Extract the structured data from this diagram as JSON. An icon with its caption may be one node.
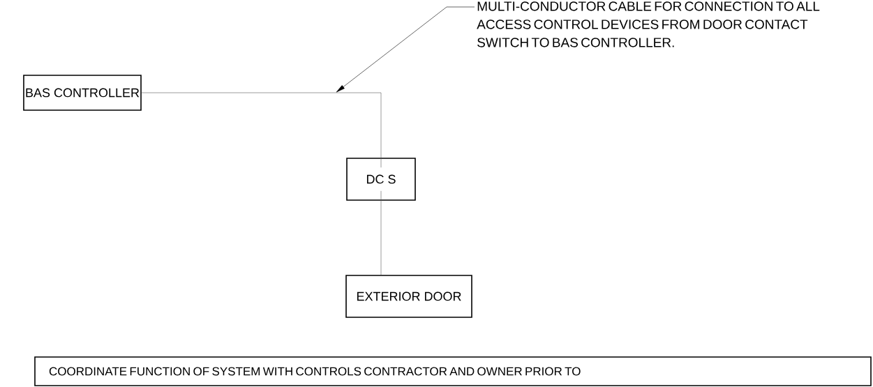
{
  "diagram": {
    "nodes": [
      {
        "text": [
          "BAS CONTROLLER"
        ]
      },
      {
        "text": [
          "DC S"
        ]
      },
      {
        "text": [
          "EXTERIOR DOOR"
        ]
      },
      {
        "text": [
          "MULTI-CONDUCTOR CABLE FOR CONNECTION TO ALL ACCESS CONTROL DEVICES FROM DOOR CONTACT SWITCH TO BAS CONTROLLER."
        ]
      },
      {
        "text": [
          "COORDINATE FUNCTION OF SYSTEM WITH CONTROLS CONTRACTOR AND OWNER PRIOR TO"
        ]
      }
    ],
    "edges": [
      {
        "from": 0,
        "to": 1,
        "arrow": "none"
      },
      {
        "from": 1,
        "to": 2,
        "arrow": "none"
      },
      {
        "from": 3,
        "to": null,
        "arrow": "to"
      }
    ]
  }
}
